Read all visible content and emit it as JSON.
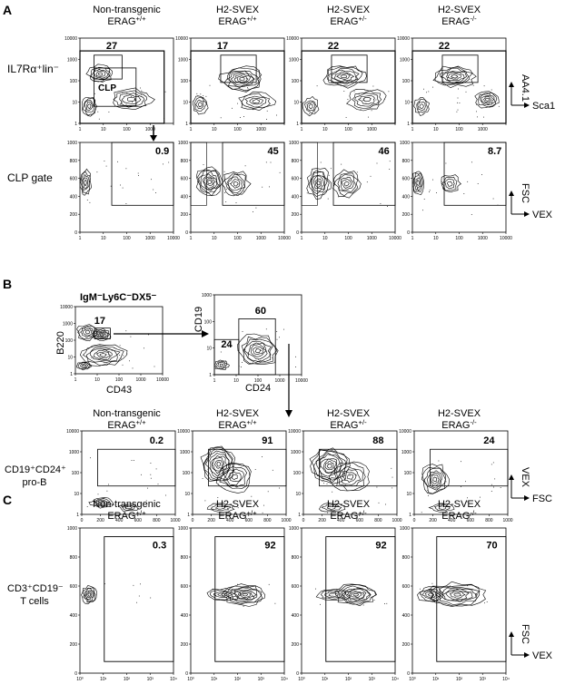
{
  "panels": [
    "A",
    "B",
    "C"
  ],
  "genotypes": [
    {
      "line1": "Non-transgenic",
      "line2": "ERAG",
      "sup": "+/+"
    },
    {
      "line1": "H2-SVEX",
      "line2": "ERAG",
      "sup": "+/+"
    },
    {
      "line1": "H2-SVEX",
      "line2": "ERAG",
      "sup": "+/-"
    },
    {
      "line1": "H2-SVEX",
      "line2": "ERAG",
      "sup": "-/-"
    }
  ],
  "panel_a": {
    "row1_label": "IL7Rα⁺lin⁻",
    "row1_values": [
      "27",
      "17",
      "22",
      "22"
    ],
    "clp_gate_label": "CLP",
    "row1_axes": {
      "y": "AA4.1",
      "x": "Sca1"
    },
    "row2_label": "CLP gate",
    "row2_values": [
      "0.9",
      "45",
      "46",
      "8.7"
    ],
    "row2_axes": {
      "y": "FSC",
      "x": "VEX"
    },
    "log_ticks": [
      "1",
      "10",
      "100",
      "1000",
      "10000"
    ],
    "lin_ticks": [
      "0",
      "200",
      "400",
      "600",
      "800",
      "1000"
    ]
  },
  "panel_b": {
    "gate_title": "IgM⁻Ly6C⁻DX5⁻",
    "plot1": {
      "value": "17",
      "xlabel": "CD43",
      "ylabel": "B220"
    },
    "plot2": {
      "values": [
        "24",
        "60"
      ],
      "xlabel": "CD24",
      "ylabel": "CD19"
    },
    "row_label_1": "CD19⁺CD24⁺",
    "row_label_2": "pro-B",
    "row_values": [
      "0.2",
      "91",
      "88",
      "24"
    ],
    "row_axes": {
      "y": "VEX",
      "x": "FSC"
    }
  },
  "panel_c": {
    "row_label_1": "CD3⁺CD19⁻",
    "row_label_2": "T cells",
    "row_values": [
      "0.3",
      "92",
      "92",
      "70"
    ],
    "row_axes": {
      "y": "FSC",
      "x": "VEX"
    },
    "x_ticks": [
      "10⁰",
      "10¹",
      "10²",
      "10³",
      "10⁴"
    ]
  }
}
